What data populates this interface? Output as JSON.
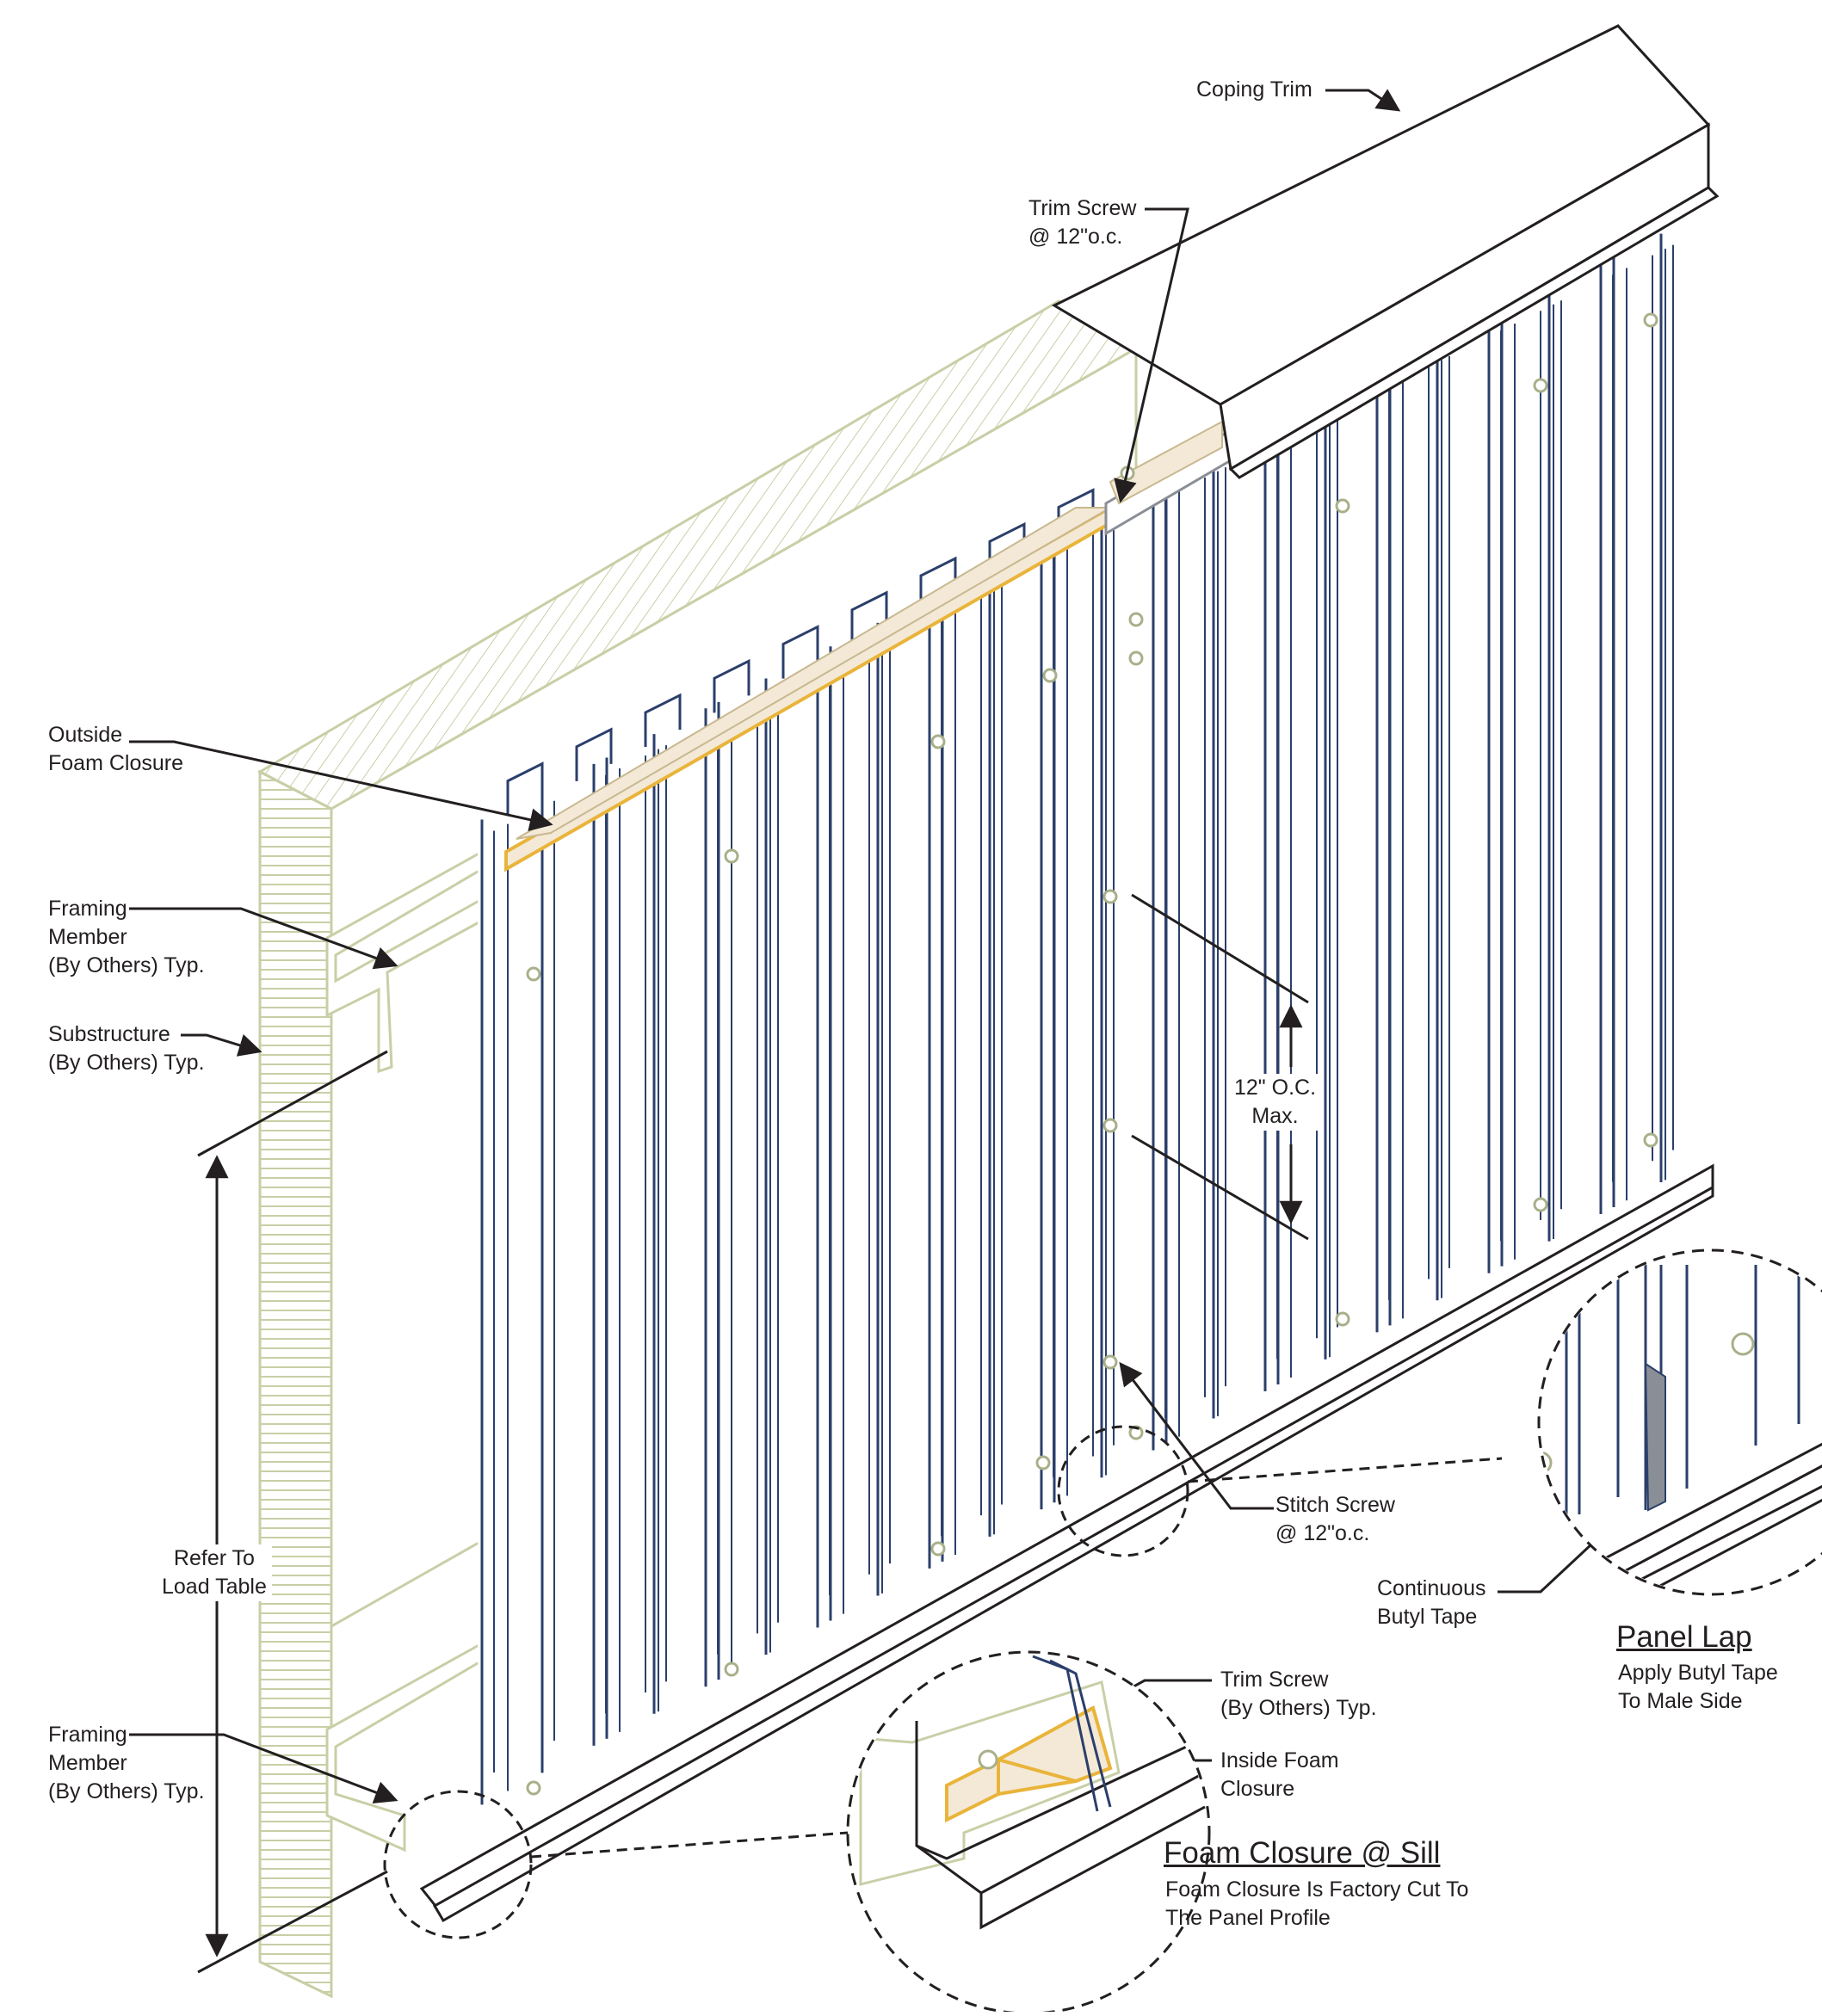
{
  "colors": {
    "panel_stroke": "#2b3f6b",
    "foam": "#e9b43a",
    "foam_fill": "#f3e9d6",
    "substructure": "#c8cfa6",
    "ink": "#231f20",
    "screw": "#a8b08a"
  },
  "labels": {
    "coping_trim": "Coping Trim",
    "trim_screw_top": [
      "Trim Screw",
      "@ 12\"o.c."
    ],
    "outside_foam_closure": [
      "Outside",
      "Foam Closure"
    ],
    "framing_member_top": [
      "Framing",
      "Member",
      "(By Others) Typ."
    ],
    "substructure": [
      "Substructure",
      "(By Others) Typ."
    ],
    "spacing": [
      "12\" O.C.",
      "Max."
    ],
    "refer_load_table": [
      "Refer To",
      "Load Table"
    ],
    "stitch_screw": [
      "Stitch Screw",
      "@ 12\"o.c."
    ],
    "continuous_butyl_tape": [
      "Continuous",
      "Butyl Tape"
    ],
    "framing_member_bottom": [
      "Framing",
      "Member",
      "(By Others) Typ."
    ],
    "trim_screw_detail": [
      "Trim Screw",
      "(By Others) Typ."
    ],
    "inside_foam_closure": [
      "Inside Foam",
      "Closure"
    ]
  },
  "details": {
    "panel_lap": {
      "title": "Panel Lap",
      "note": [
        "Apply Butyl Tape",
        "To Male Side"
      ]
    },
    "foam_closure_sill": {
      "title": "Foam Closure @ Sill",
      "note": [
        "Foam Closure Is Factory Cut To",
        "The Panel Profile"
      ]
    }
  }
}
